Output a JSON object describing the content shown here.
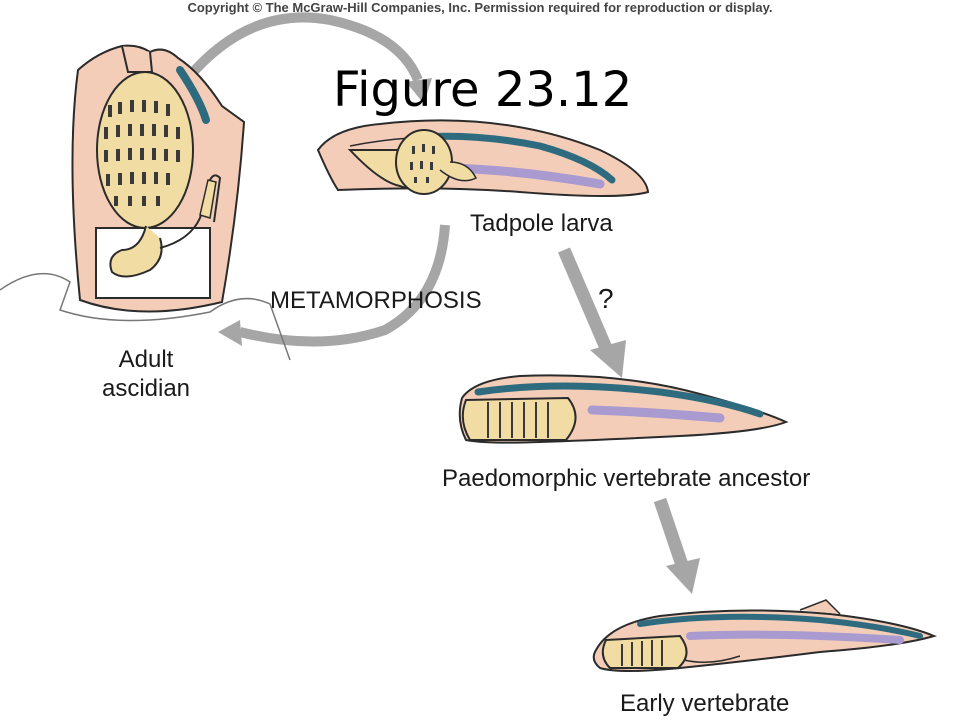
{
  "copyright": "Copyright © The McGraw-Hill Companies, Inc. Permission required for reproduction or display.",
  "title": "Figure 23.12",
  "labels": {
    "tadpole": "Tadpole larva",
    "metamorphosis": "METAMORPHOSIS",
    "question": "?",
    "adult_line1": "Adult",
    "adult_line2": "ascidian",
    "paedomorphic": "Paedomorphic vertebrate ancestor",
    "early": "Early vertebrate"
  },
  "colors": {
    "body_pink": "#f3cdb8",
    "outline": "#2b2b2b",
    "pharynx_cream": "#f1dca3",
    "gill_slit": "#3a3a3a",
    "nerve_blue": "#2f6b7e",
    "notochord_purple": "#a99ad0",
    "arrow_gray": "#a6a6a6"
  }
}
